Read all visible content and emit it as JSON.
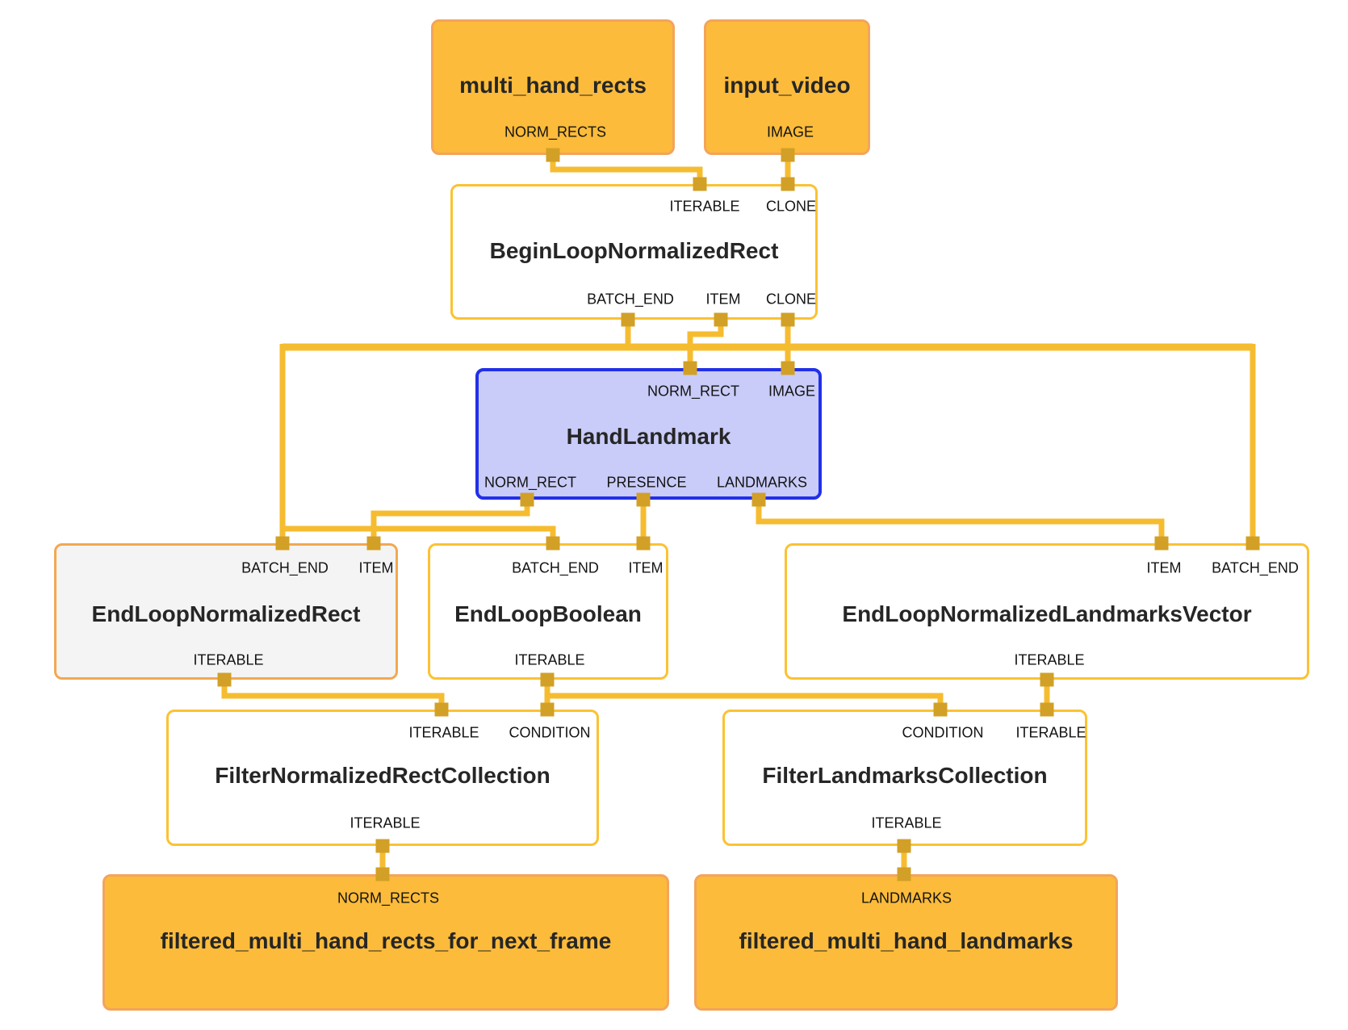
{
  "graph": {
    "kind": "dataflow-graph",
    "nodes": {
      "multi_hand_rects": {
        "title": "multi_hand_rects",
        "ports": {
          "out": "NORM_RECTS"
        }
      },
      "input_video": {
        "title": "input_video",
        "ports": {
          "out": "IMAGE"
        }
      },
      "begin_loop_normalized_rect": {
        "title": "BeginLoopNormalizedRect",
        "ports": {
          "in_iterable": "ITERABLE",
          "in_clone": "CLONE",
          "out_batch_end": "BATCH_END",
          "out_item": "ITEM",
          "out_clone": "CLONE"
        }
      },
      "hand_landmark": {
        "title": "HandLandmark",
        "ports": {
          "in_norm_rect": "NORM_RECT",
          "in_image": "IMAGE",
          "out_norm_rect": "NORM_RECT",
          "out_presence": "PRESENCE",
          "out_landmarks": "LANDMARKS"
        }
      },
      "end_loop_normalized_rect": {
        "title": "EndLoopNormalizedRect",
        "ports": {
          "in_batch_end": "BATCH_END",
          "in_item": "ITEM",
          "out_iterable": "ITERABLE"
        }
      },
      "end_loop_boolean": {
        "title": "EndLoopBoolean",
        "ports": {
          "in_batch_end": "BATCH_END",
          "in_item": "ITEM",
          "out_iterable": "ITERABLE"
        }
      },
      "end_loop_normalized_landmarks_vector": {
        "title": "EndLoopNormalizedLandmarksVector",
        "ports": {
          "in_item": "ITEM",
          "in_batch_end": "BATCH_END",
          "out_iterable": "ITERABLE"
        }
      },
      "filter_normalized_rect_collection": {
        "title": "FilterNormalizedRectCollection",
        "ports": {
          "in_iterable": "ITERABLE",
          "in_condition": "CONDITION",
          "out_iterable": "ITERABLE"
        }
      },
      "filter_landmarks_collection": {
        "title": "FilterLandmarksCollection",
        "ports": {
          "in_condition": "CONDITION",
          "in_iterable": "ITERABLE",
          "out_iterable": "ITERABLE"
        }
      },
      "filtered_multi_hand_rects_for_next_frame": {
        "title": "filtered_multi_hand_rects_for_next_frame",
        "ports": {
          "in": "NORM_RECTS"
        }
      },
      "filtered_multi_hand_landmarks": {
        "title": "filtered_multi_hand_landmarks",
        "ports": {
          "in": "LANDMARKS"
        }
      }
    },
    "edges": [
      {
        "from": "multi_hand_rects.NORM_RECTS",
        "to": "BeginLoopNormalizedRect.ITERABLE"
      },
      {
        "from": "input_video.IMAGE",
        "to": "BeginLoopNormalizedRect.CLONE"
      },
      {
        "from": "BeginLoopNormalizedRect.ITEM",
        "to": "HandLandmark.NORM_RECT"
      },
      {
        "from": "BeginLoopNormalizedRect.CLONE",
        "to": "HandLandmark.IMAGE"
      },
      {
        "from": "BeginLoopNormalizedRect.BATCH_END",
        "to": "EndLoopNormalizedRect.BATCH_END"
      },
      {
        "from": "BeginLoopNormalizedRect.BATCH_END",
        "to": "EndLoopBoolean.BATCH_END"
      },
      {
        "from": "BeginLoopNormalizedRect.BATCH_END",
        "to": "EndLoopNormalizedLandmarksVector.BATCH_END"
      },
      {
        "from": "HandLandmark.NORM_RECT",
        "to": "EndLoopNormalizedRect.ITEM"
      },
      {
        "from": "HandLandmark.PRESENCE",
        "to": "EndLoopBoolean.ITEM"
      },
      {
        "from": "HandLandmark.LANDMARKS",
        "to": "EndLoopNormalizedLandmarksVector.ITEM"
      },
      {
        "from": "EndLoopNormalizedRect.ITERABLE",
        "to": "FilterNormalizedRectCollection.ITERABLE"
      },
      {
        "from": "EndLoopBoolean.ITERABLE",
        "to": "FilterNormalizedRectCollection.CONDITION"
      },
      {
        "from": "EndLoopBoolean.ITERABLE",
        "to": "FilterLandmarksCollection.CONDITION"
      },
      {
        "from": "EndLoopNormalizedLandmarksVector.ITERABLE",
        "to": "FilterLandmarksCollection.ITERABLE"
      },
      {
        "from": "FilterNormalizedRectCollection.ITERABLE",
        "to": "filtered_multi_hand_rects_for_next_frame.NORM_RECTS"
      },
      {
        "from": "FilterLandmarksCollection.ITERABLE",
        "to": "filtered_multi_hand_landmarks.LANDMARKS"
      }
    ],
    "colors": {
      "stream_node_fill": "#FCBB3A",
      "stream_node_border": "#F3A45C",
      "calculator_border": "#FBC233",
      "selected_node_fill": "#F5F4F4",
      "selected_node_border": "#F2A851",
      "highlight_node_fill": "#C9CCF8",
      "highlight_node_border": "#2230E8",
      "wire": "#F6BC30",
      "connector": "#D2A026",
      "text": "#262626"
    }
  }
}
